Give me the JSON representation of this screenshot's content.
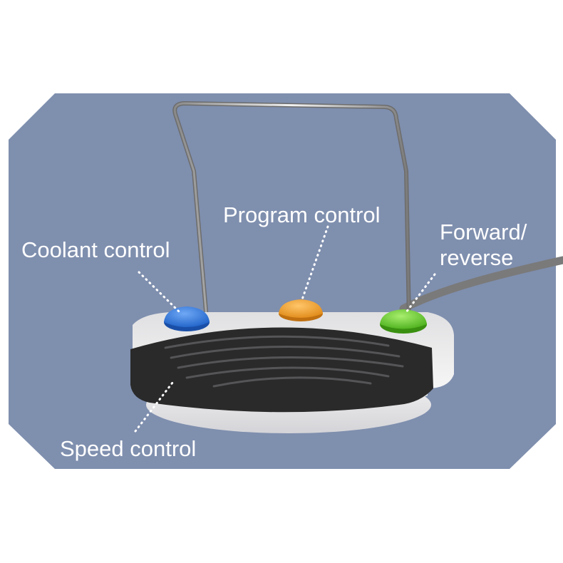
{
  "panel": {
    "background_color": "#7f8fae"
  },
  "labels": {
    "coolant": "Coolant control",
    "program": "Program control",
    "forward_line1": "Forward/",
    "forward_line2": "reverse",
    "speed": "Speed control"
  },
  "buttons": {
    "coolant_color": "#3b7de0",
    "program_color": "#f0a030",
    "forward_color": "#66cc33"
  },
  "device": {
    "pedal_color": "#2a2a2a",
    "housing_color": "#ececec",
    "handle_color": "#c8c8c8",
    "cable_color": "#7a7a7a"
  }
}
